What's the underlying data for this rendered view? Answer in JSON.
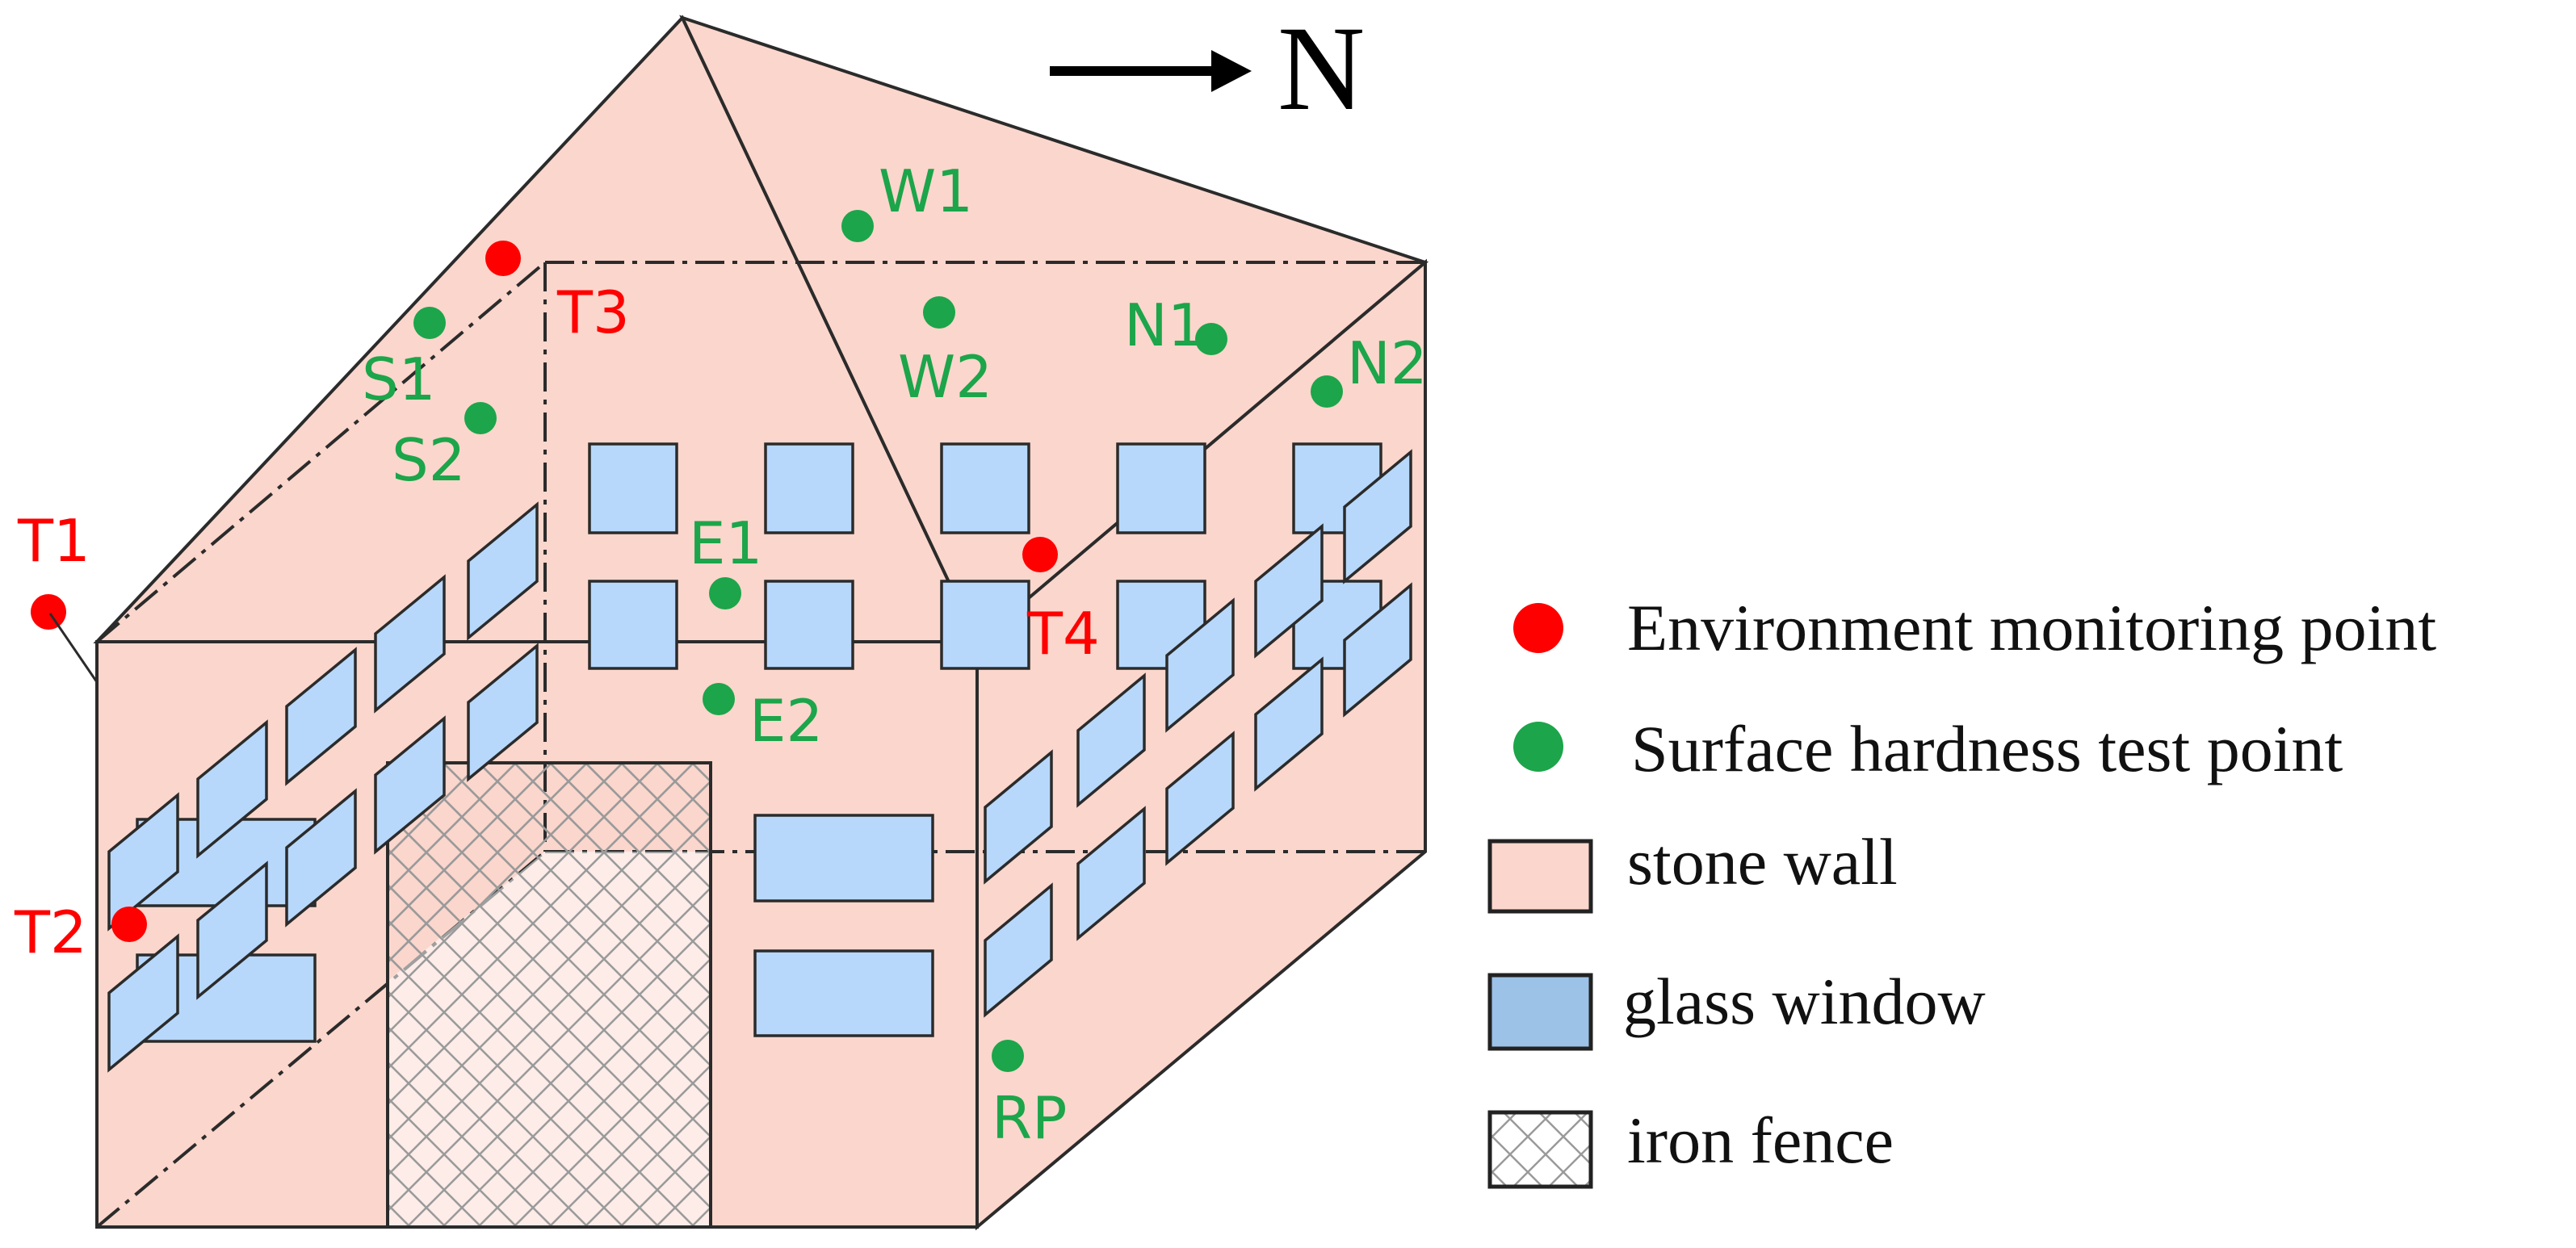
{
  "colors": {
    "wall_fill": "#fbd6cc",
    "window_fill": "#b7d8fb",
    "window_fill_legend": "#9cc2e8",
    "environment_point": "#ff0000",
    "hardness_point": "#1ca54a",
    "outline": "#2b2b2b"
  },
  "north": {
    "label": "N"
  },
  "environment_points": [
    "T1",
    "T2",
    "T3",
    "T4"
  ],
  "hardness_points": [
    "W1",
    "W2",
    "N1",
    "N2",
    "S1",
    "S2",
    "E1",
    "E2",
    "RP"
  ],
  "legend": [
    {
      "symbol": "red-dot",
      "label": "Environment monitoring point"
    },
    {
      "symbol": "green-dot",
      "label": "Surface hardness test point"
    },
    {
      "symbol": "stone-wall-swatch",
      "label": "stone wall"
    },
    {
      "symbol": "glass-window-swatch",
      "label": "glass window"
    },
    {
      "symbol": "iron-fence-swatch",
      "label": "iron fence"
    }
  ]
}
